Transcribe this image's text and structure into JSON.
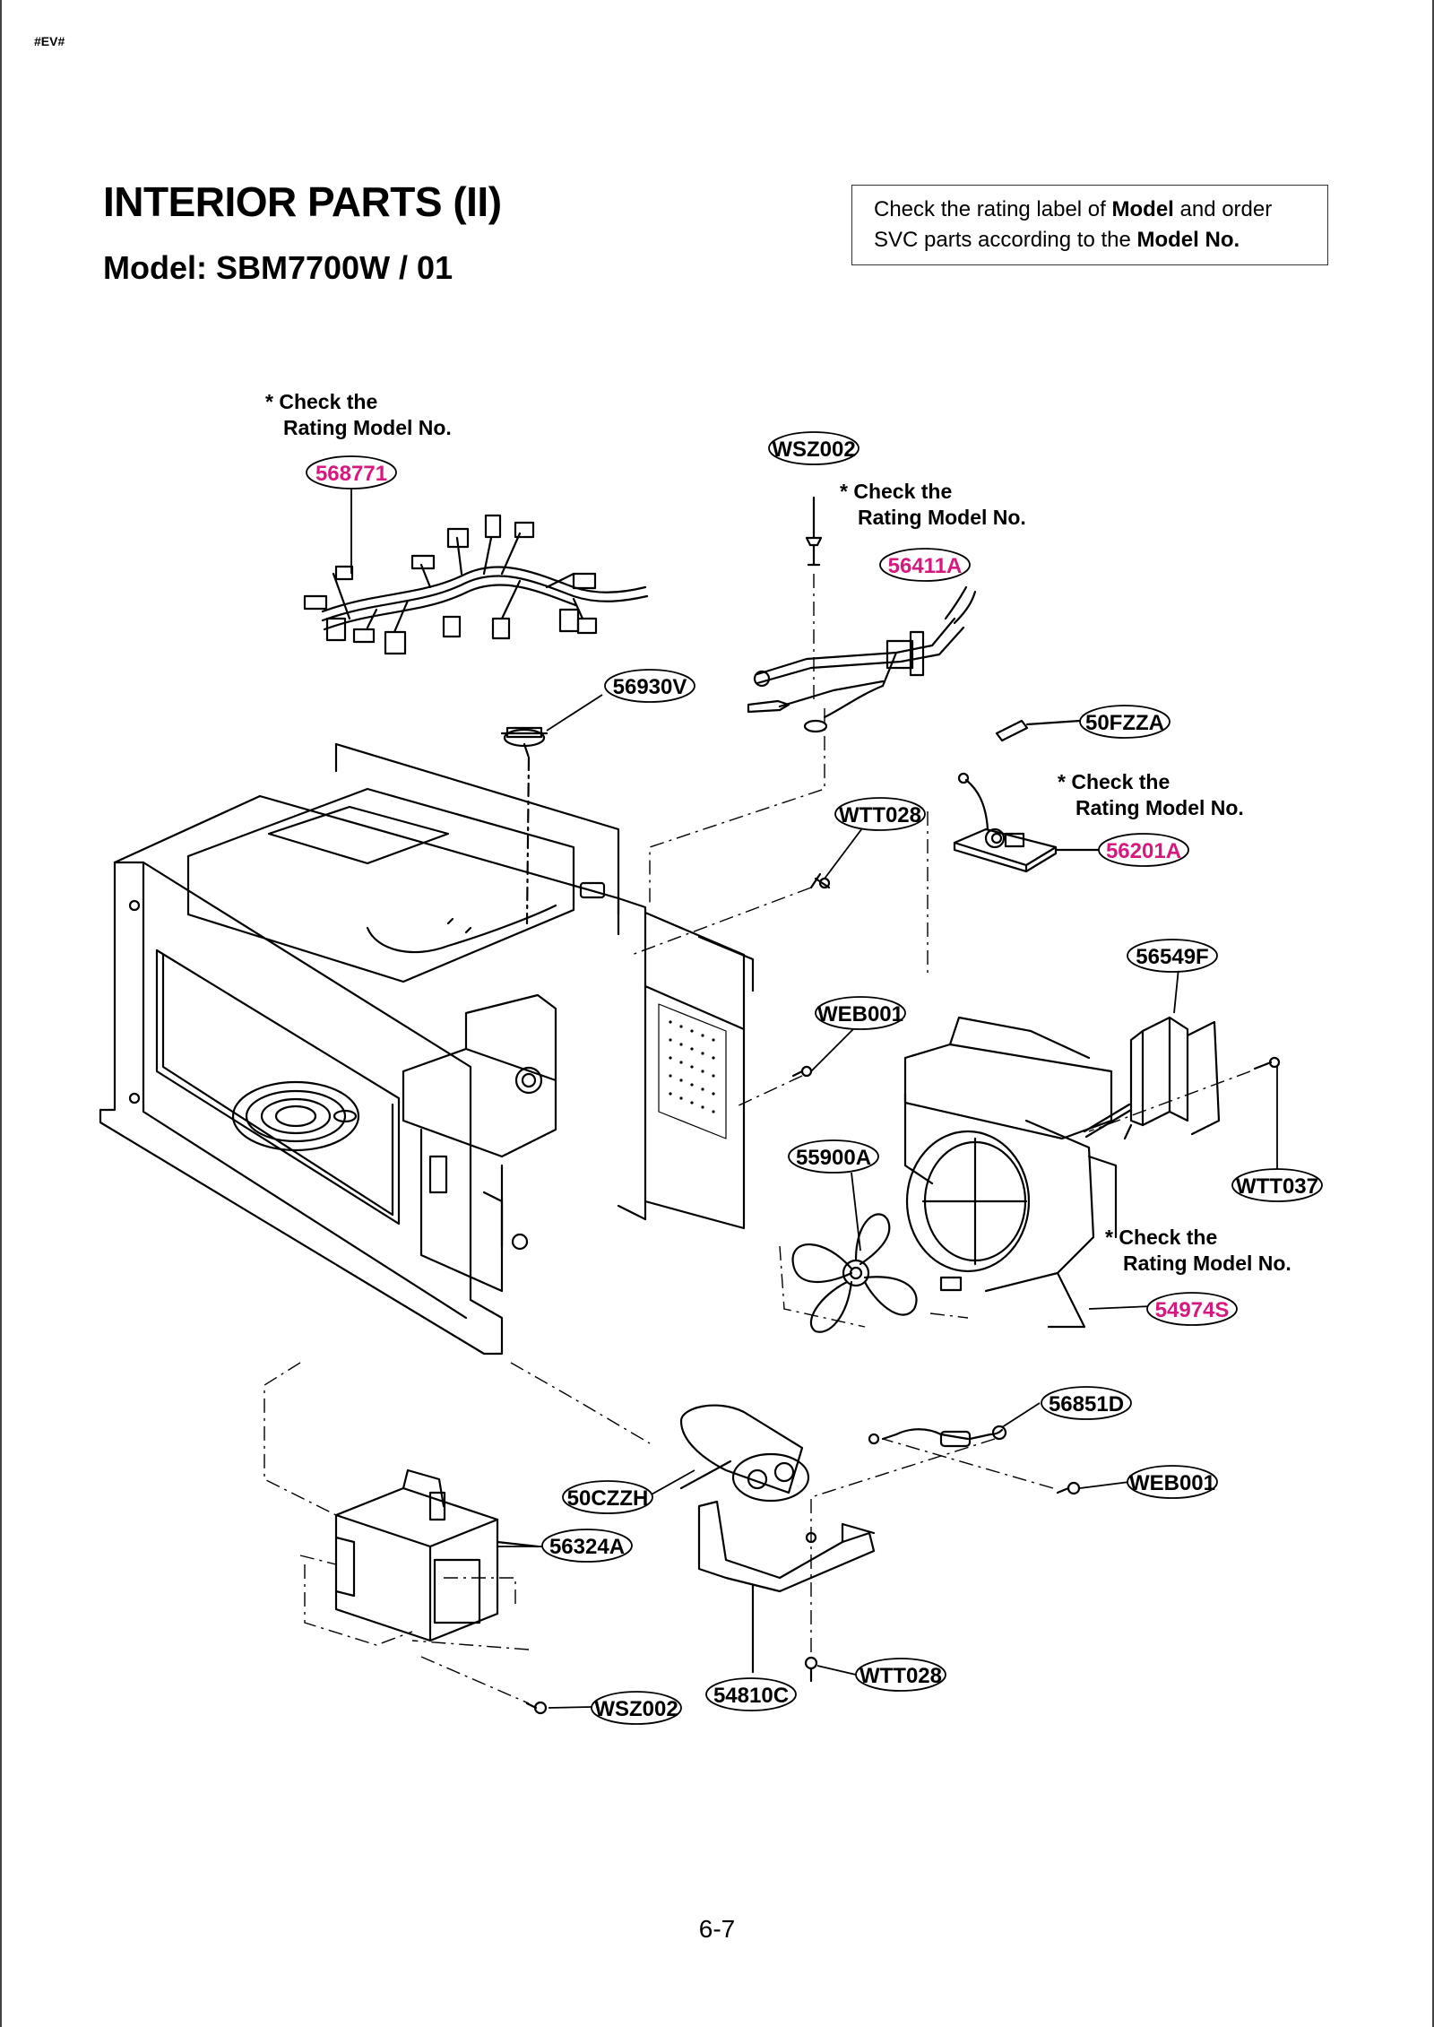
{
  "header": {
    "corner_tag": "#EV#",
    "title": "INTERIOR PARTS (II)",
    "model_line": "Model: SBM7700W / 01",
    "notice": {
      "part1": "Check the rating label of ",
      "bold1": "Model",
      "part2": " and order SVC parts according to the ",
      "bold2": "Model No."
    }
  },
  "notes": {
    "check_line1": "* Check the",
    "check_line2": "Rating Model No."
  },
  "callouts": [
    {
      "id": "568771",
      "highlight": true
    },
    {
      "id": "WSZ002",
      "highlight": false
    },
    {
      "id": "56411A",
      "highlight": true
    },
    {
      "id": "56930V",
      "highlight": false
    },
    {
      "id": "50FZZA",
      "highlight": false
    },
    {
      "id": "WTT028",
      "highlight": false
    },
    {
      "id": "56201A",
      "highlight": true
    },
    {
      "id": "56549F",
      "highlight": false
    },
    {
      "id": "WEB001",
      "highlight": false
    },
    {
      "id": "55900A",
      "highlight": false
    },
    {
      "id": "WTT037",
      "highlight": false
    },
    {
      "id": "54974S",
      "highlight": true
    },
    {
      "id": "56851D",
      "highlight": false
    },
    {
      "id": "WEB001",
      "highlight": false
    },
    {
      "id": "50CZZH",
      "highlight": false
    },
    {
      "id": "56324A",
      "highlight": false
    },
    {
      "id": "WTT028",
      "highlight": false
    },
    {
      "id": "54810C",
      "highlight": false
    },
    {
      "id": "WSZ002",
      "highlight": false
    }
  ],
  "colors": {
    "highlight": "#d6187f",
    "normal": "#000000"
  },
  "footer": {
    "page_number": "6-7"
  }
}
